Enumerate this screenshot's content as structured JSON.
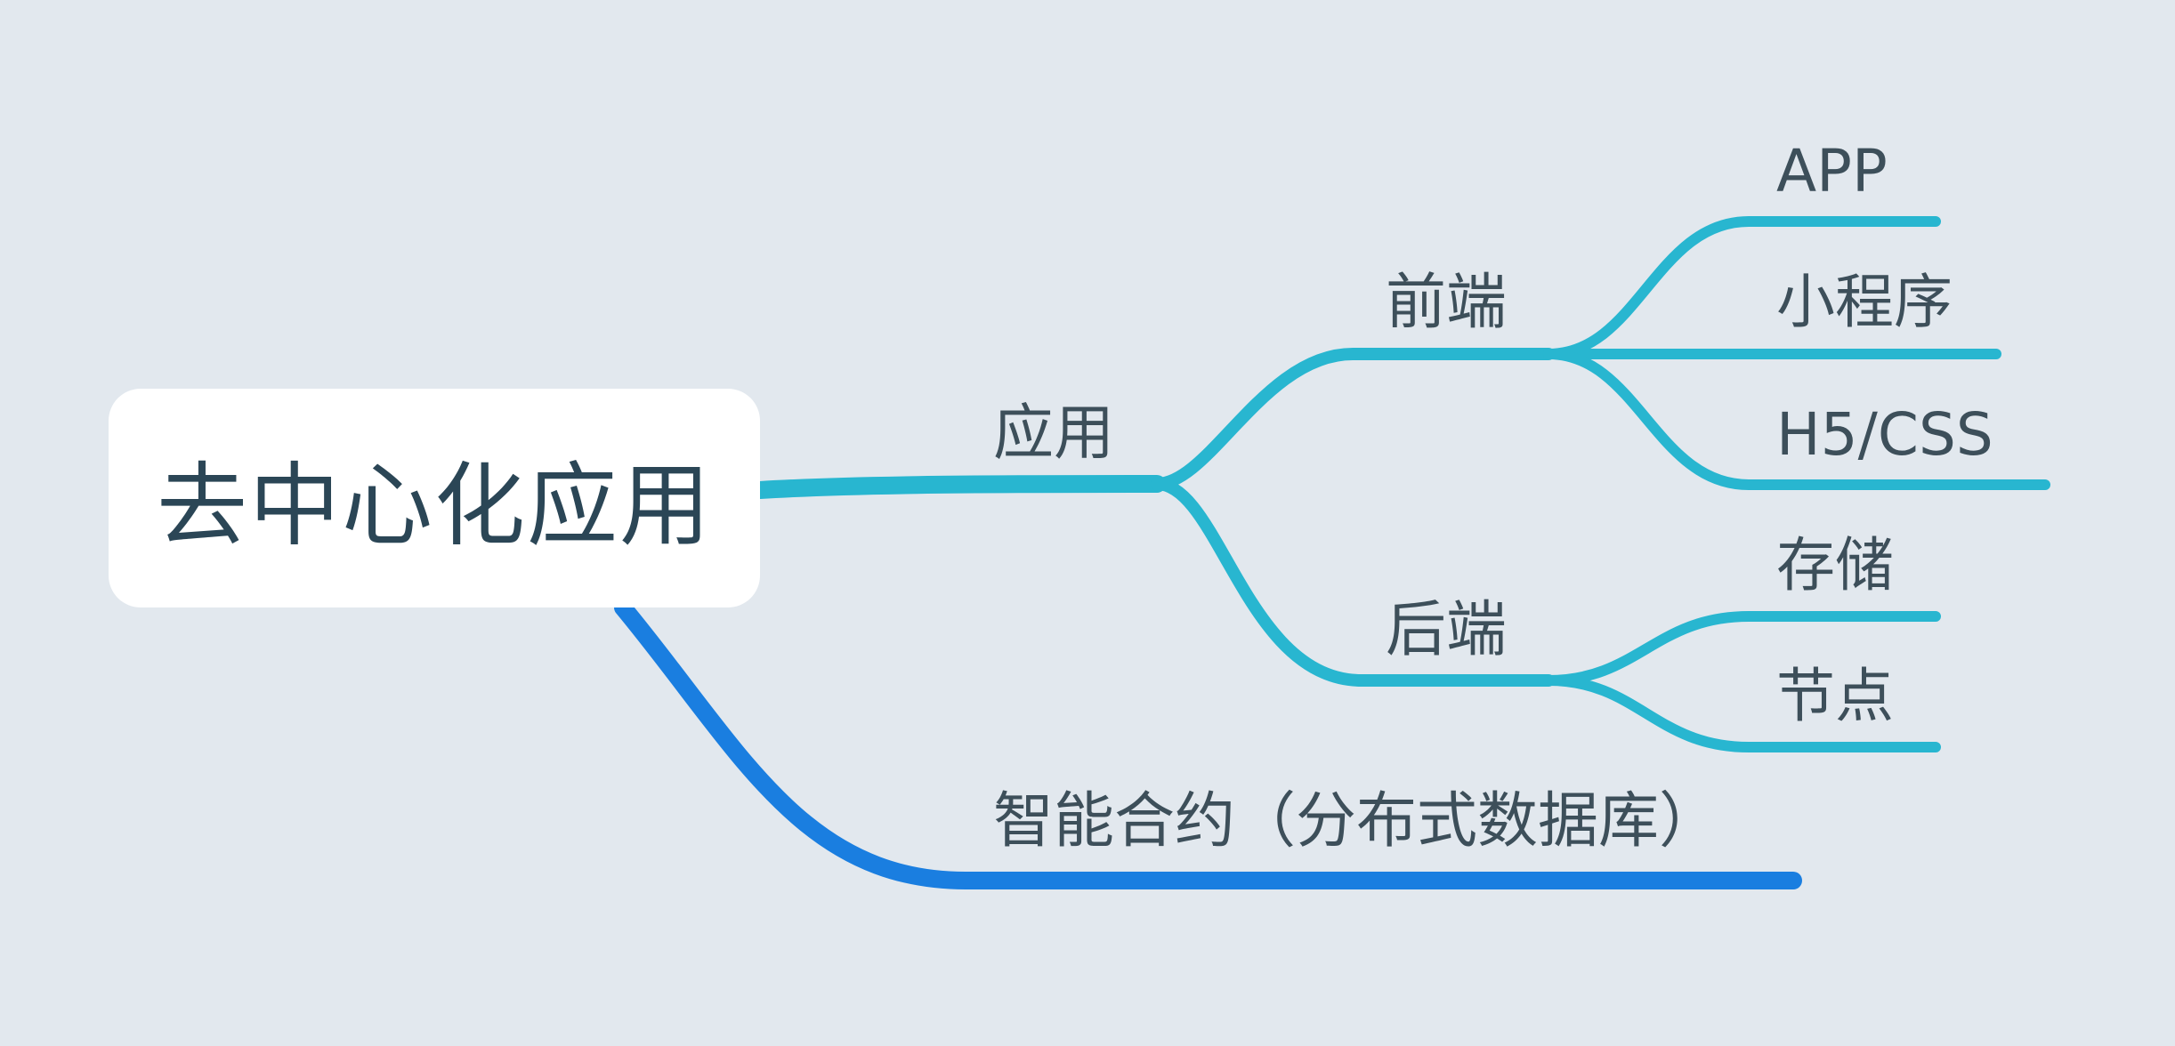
{
  "mindmap": {
    "root": "去中心化应用",
    "branches": [
      {
        "label": "应用",
        "children": [
          {
            "label": "前端",
            "children": [
              "APP",
              "小程序",
              "H5/CSS"
            ]
          },
          {
            "label": "后端",
            "children": [
              "存储",
              "节点"
            ]
          }
        ]
      },
      {
        "label": "智能合约（分布式数据库）",
        "children": []
      }
    ]
  },
  "colors": {
    "background": "#e2e8ee",
    "branch_cyan": "#28b6d0",
    "branch_blue": "#1a7ee0",
    "text": "#3d4f5a",
    "root_text": "#2b4656",
    "root_fill": "#ffffff"
  }
}
